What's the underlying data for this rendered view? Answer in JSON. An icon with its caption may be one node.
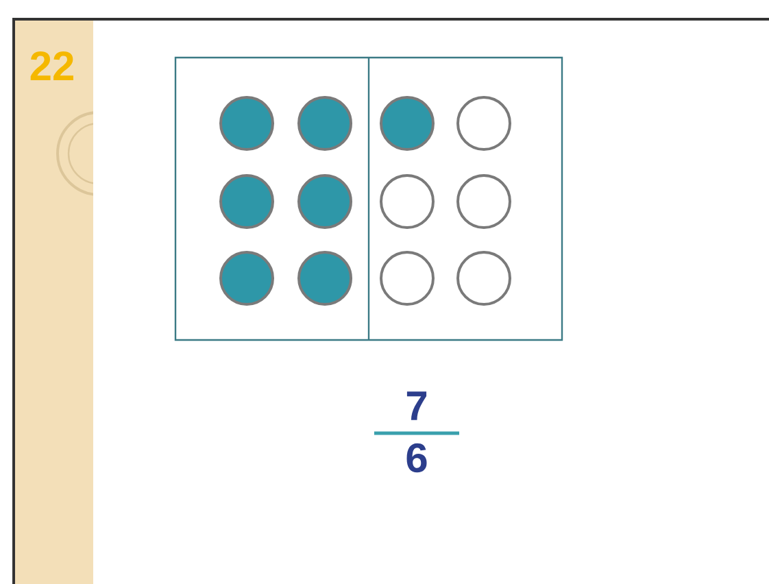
{
  "diagram": {
    "labels": [
      "22",
      "7",
      "6"
    ]
  }
}
